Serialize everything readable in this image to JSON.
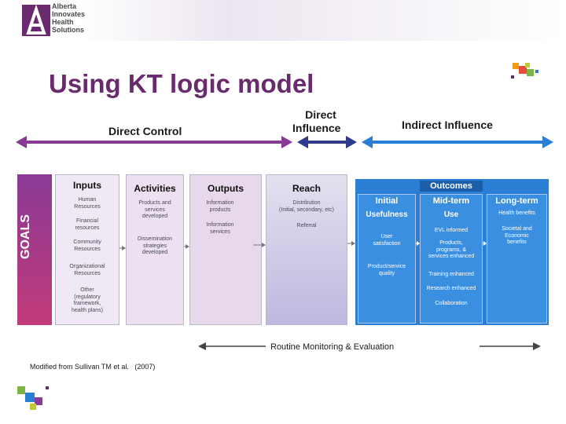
{
  "logo": {
    "lines": [
      "Alberta",
      "Innovates",
      "Health",
      "Solutions"
    ]
  },
  "title": "Using KT logic model",
  "headers": {
    "direct_control": "Direct Control",
    "direct_influence_1": "Direct",
    "direct_influence_2": "Influence",
    "indirect_influence": "Indirect Influence"
  },
  "goals": "GOALS",
  "columns": {
    "inputs": {
      "title": "Inputs",
      "items": [
        "Human\nResources",
        "Financial\nresources",
        "Community\nResources",
        "Organizational\nResources",
        "Other\n(regulatory\nframework,\nhealth plans)"
      ]
    },
    "activities": {
      "title": "Activities",
      "items": [
        "Products and\nservices\ndeveloped",
        "Dissemination\nstrategies\ndeveloped"
      ]
    },
    "outputs": {
      "title": "Outputs",
      "items": [
        "Information\nproducts",
        "Information\nservices"
      ]
    },
    "reach": {
      "title": "Reach",
      "items": [
        "Distribution\n(Initial, secondary, etc)",
        "Referral"
      ]
    },
    "outcomes": {
      "title": "Outcomes",
      "initial": {
        "title": "Initial",
        "subtitle": "Usefulness",
        "items": [
          "User\nsatisfaction",
          "Product/service\nquality"
        ]
      },
      "midterm": {
        "title": "Mid-term",
        "subtitle": "Use",
        "items": [
          "EVL informed",
          "Products,\nprograms, &\nservices enhanced",
          "Training enhanced",
          "Research enhanced",
          "Collaboration"
        ]
      },
      "longterm": {
        "title": "Long-term",
        "items": [
          "Health benefits",
          "Societal and\nEconomic\nbenefits"
        ]
      }
    }
  },
  "monitoring": "Routine Monitoring & Evaluation",
  "citation": "Modified from Sullivan TM et al.",
  "citation_year": "(2007)",
  "colors": {
    "purple": "#8a3a96",
    "navy": "#2e3a8c",
    "blue": "#2a7fd4",
    "title": "#6a2a6e"
  }
}
